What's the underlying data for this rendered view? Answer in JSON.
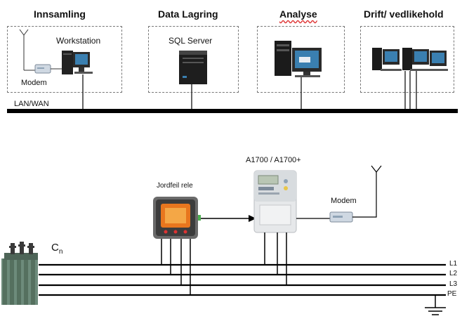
{
  "headers": {
    "collection": "Innsamling",
    "storage": "Data Lagring",
    "analysis": "Analyse",
    "operations": "Drift/ vedlikehold"
  },
  "top_labels": {
    "workstation": "Workstation",
    "modem": "Modem",
    "sql_server": "SQL Server",
    "network": "LAN/WAN"
  },
  "bottom_labels": {
    "meter": "A1700 / A1700+",
    "relay": "Jordfeil rele",
    "modem": "Modem",
    "transformer_main": "C",
    "transformer_sub": "n"
  },
  "conductors": [
    "L1",
    "L2",
    "L3",
    "PE"
  ],
  "colors": {
    "line": "#000000",
    "box_border": "#777777",
    "monitor_screen": "#3a7fb0",
    "relay_glow": "#e8761e",
    "modem_body": "#cfd8e2"
  }
}
